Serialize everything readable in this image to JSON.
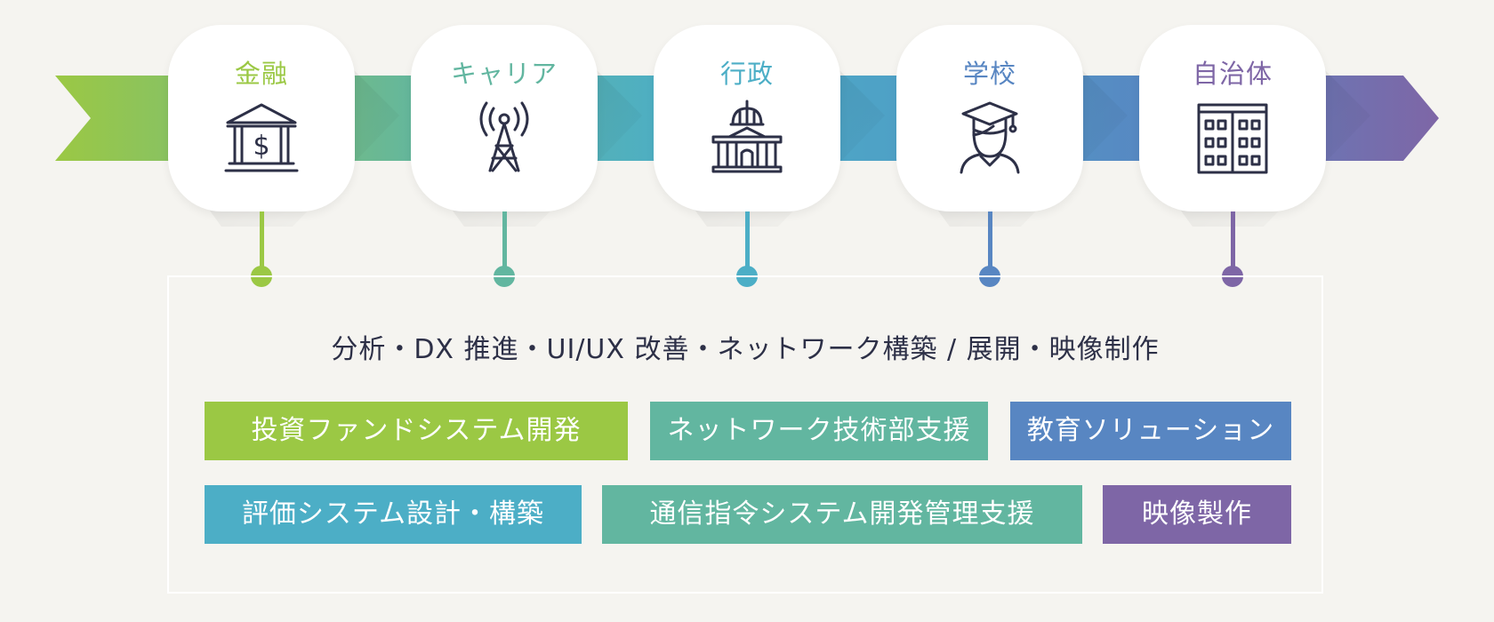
{
  "colors": {
    "green": "#9bc844",
    "teal": "#62b6a0",
    "cyan": "#4caec6",
    "blue": "#5886c2",
    "purple": "#7e66a6",
    "dark": "#2d3047"
  },
  "nodes": [
    {
      "label": "金融",
      "icon": "bank-icon"
    },
    {
      "label": "キャリア",
      "icon": "antenna-tower-icon"
    },
    {
      "label": "行政",
      "icon": "government-building-icon"
    },
    {
      "label": "学校",
      "icon": "graduate-student-icon"
    },
    {
      "label": "自治体",
      "icon": "office-building-icon"
    }
  ],
  "panel": {
    "subtitle": "分析・DX 推進・UI/UX 改善・ネットワーク構築 / 展開・映像制作",
    "tags": [
      {
        "label": "投資ファンドシステム開発"
      },
      {
        "label": "ネットワーク技術部支援"
      },
      {
        "label": "教育ソリューション"
      },
      {
        "label": "評価システム設計・構築"
      },
      {
        "label": "通信指令システム開発管理支援"
      },
      {
        "label": "映像製作"
      }
    ]
  }
}
